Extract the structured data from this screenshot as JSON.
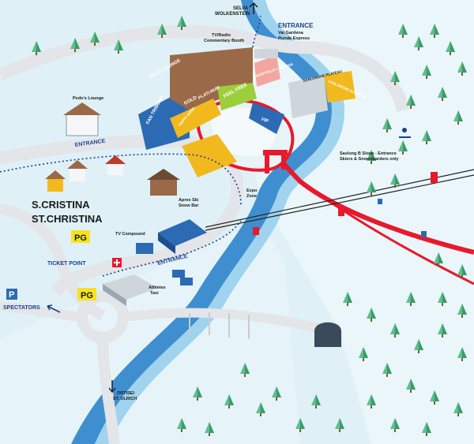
{
  "title_line1": "S.CRISTINA",
  "title_line2": "ST.CHRISTINA",
  "labels": {
    "selva_line1": "SELVA",
    "selva_line2": "WOLKENSTEIN",
    "entrance_top": "ENTRANCE",
    "entrance_top_sub1": "Val Gardena",
    "entrance_top_sub2": "Runda Express",
    "tv_radio_line1": "TV/Radio",
    "tv_radio_line2": "Commentary Booth",
    "pedos_lounge": "Pedo's Lounge",
    "entrance_left": "ENTRANCE",
    "saslong_b_line1": "Saslong B Slope - Entrance",
    "saslong_b_line2": "Skiers & Snowboarders only",
    "expo_line1": "Expo",
    "expo_line2": "Zone",
    "apres_line1": "Apres Ski",
    "apres_line2": "Snow Bar",
    "tv_compound": "TV Compound",
    "ticket_point": "TICKET POINT",
    "entrance_bottom": "ENTRANCE",
    "athletes_line1": "Athletes",
    "athletes_line2": "Taxi",
    "spectators": "SPECTATORS",
    "ortisei_line1": "ORTISEI",
    "ortisei_line2": "ST. ULRICH",
    "pg_upper": "PG",
    "pg_lower": "PG",
    "p_sign": "P"
  },
  "zones": {
    "fan_tribune": "FAN TRIBUNE",
    "gold_lounge": "GOLD LOUNGE",
    "gold": "GOLD",
    "platinum": "PLATI-NUM",
    "feel_free": "FEEL FREE",
    "happy_bowl": "HAPPY BOWL",
    "vip": "VIP",
    "hospitality": "HOSPITALITY LOUNGE",
    "saslonghe_plateau": "SASLONGHE PLATEAU",
    "saslonghe_alps": "SASLONGHE ALPS FINE"
  },
  "colors": {
    "snow": "#dff1f6",
    "road": "#e3e5e8",
    "river": "#3f8fd0",
    "race_line": "#e8192c",
    "gold": "#f2b91e",
    "green": "#9ccd3a",
    "blue": "#2d6ab4",
    "pink": "#f3a6a0",
    "label": "#1d3f8f"
  }
}
